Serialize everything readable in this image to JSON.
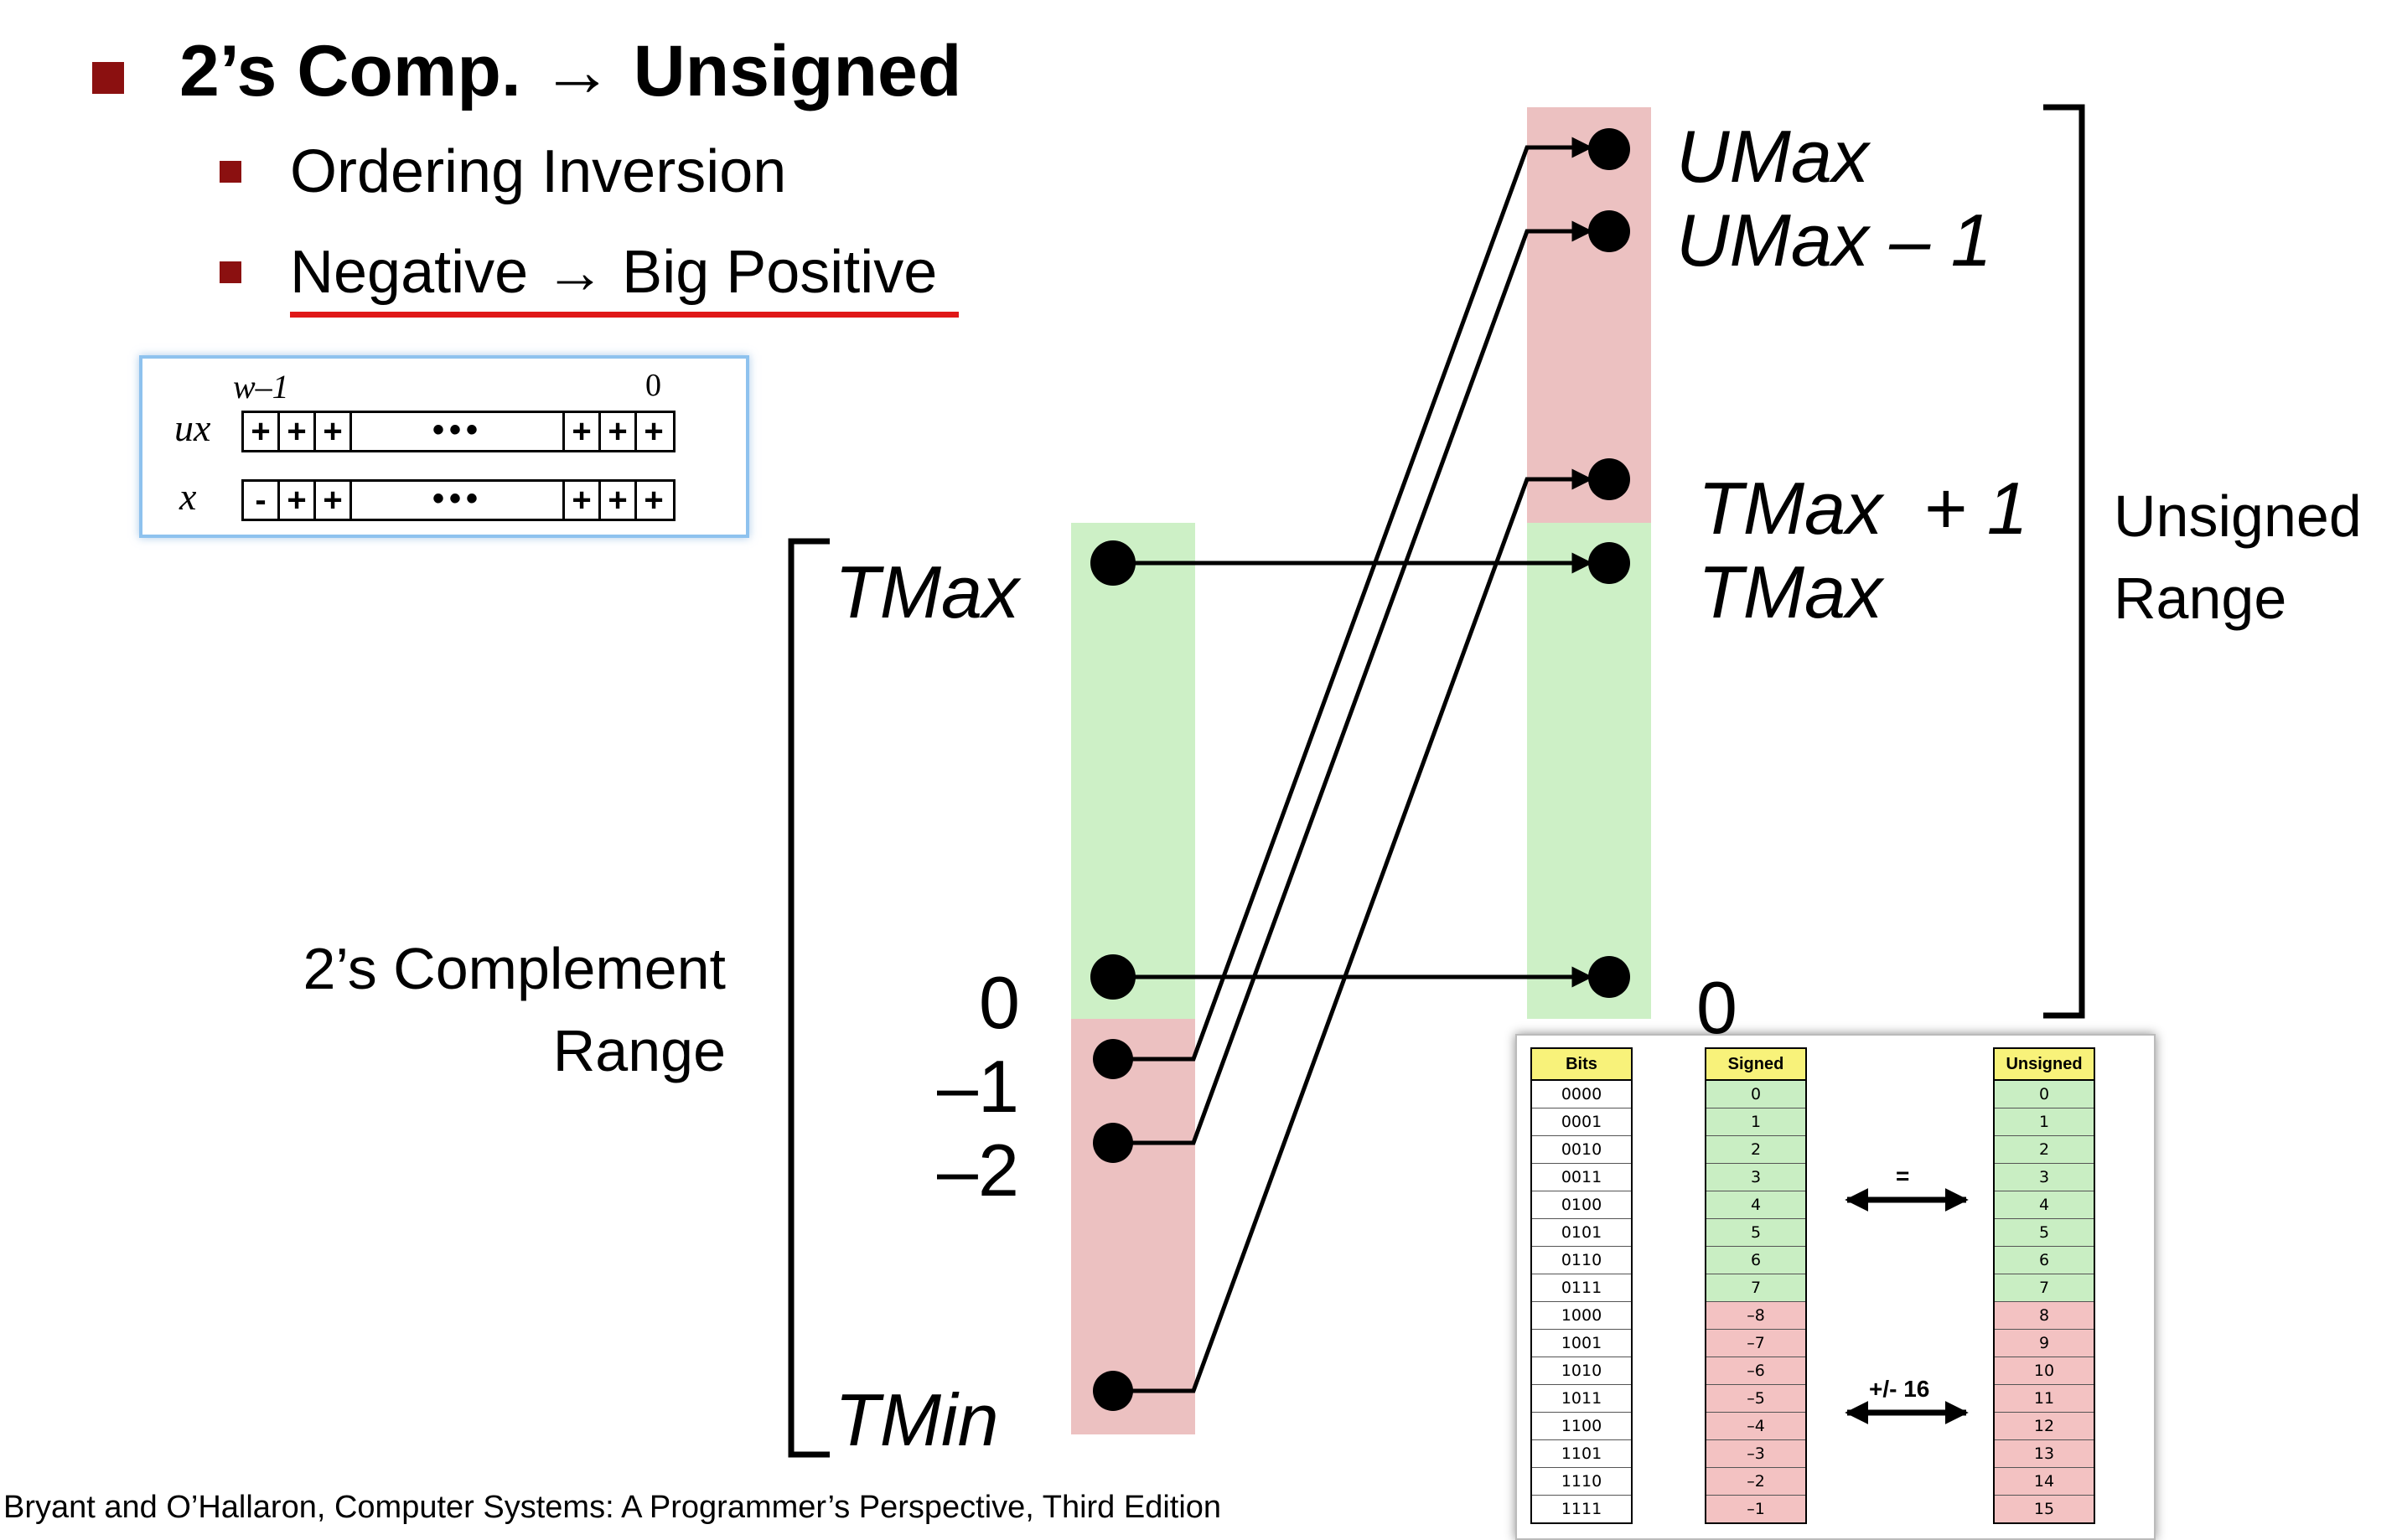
{
  "slide": {
    "title": "2’s Comp. → Unsigned",
    "bullets": [
      "Ordering Inversion",
      "Negative → Big Positive"
    ]
  },
  "bit_box": {
    "high_index": "w–1",
    "low_index": "0",
    "rows": [
      {
        "name": "ux",
        "left": [
          "+",
          "+",
          "+"
        ],
        "dots": "•••",
        "right": [
          "+",
          "+",
          "+"
        ]
      },
      {
        "name": "x",
        "left": [
          "-",
          "+",
          "+"
        ],
        "dots": "•••",
        "right": [
          "+",
          "+",
          "+"
        ]
      }
    ]
  },
  "left_range": {
    "tmax": "TMax",
    "zero": "0",
    "minus1": "–1",
    "minus2": "–2",
    "tmin": "TMin",
    "range_label_line1": "2’s Complement",
    "range_label_line2": "Range"
  },
  "right_range": {
    "umax": "UMax",
    "umax_minus1": "UMax – 1",
    "tmax_plus1": "TMax  + 1",
    "tmax": "TMax",
    "zero": "0",
    "range_label_line1": "Unsigned",
    "range_label_line2": "Range"
  },
  "colors": {
    "nonneg": "#cdf0c6",
    "neg": "#ecc1c1",
    "bullet": "#8b1010",
    "underline": "#e01818"
  },
  "table": {
    "headers": {
      "bits": "Bits",
      "signed": "Signed",
      "unsigned": "Unsigned"
    },
    "bits": [
      "0000",
      "0001",
      "0010",
      "0011",
      "0100",
      "0101",
      "0110",
      "0111",
      "1000",
      "1001",
      "1010",
      "1011",
      "1100",
      "1101",
      "1110",
      "1111"
    ],
    "signed": [
      "0",
      "1",
      "2",
      "3",
      "4",
      "5",
      "6",
      "7",
      "–8",
      "–7",
      "–6",
      "–5",
      "–4",
      "–3",
      "–2",
      "–1"
    ],
    "unsigned": [
      "0",
      "1",
      "2",
      "3",
      "4",
      "5",
      "6",
      "7",
      "8",
      "9",
      "10",
      "11",
      "12",
      "13",
      "14",
      "15"
    ],
    "eq_label": "=",
    "shift_label": "+/- 16"
  },
  "citation": "Bryant and O’Hallaron, Computer Systems: A Programmer’s Perspective, Third Edition"
}
